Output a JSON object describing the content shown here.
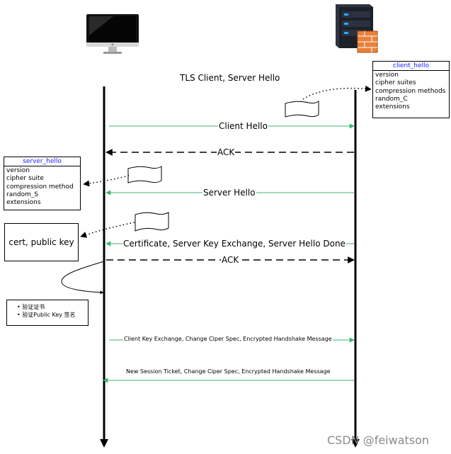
{
  "title": "TLS Client, Server Hello",
  "client_hello_box": {
    "title": "client_hello",
    "fields": [
      "version",
      "cipher suites",
      "compression methods",
      "random_C",
      "extensions"
    ]
  },
  "server_hello_box": {
    "title": "server_hello",
    "fields": [
      "version",
      "cipher suite",
      "compression method",
      "random_S",
      "extensions"
    ]
  },
  "cert_box": {
    "text": "cert, public key"
  },
  "verify_box": {
    "items": [
      "验证证书",
      "验证Public Key 签名"
    ]
  },
  "messages": [
    {
      "label": "Client Hello",
      "direction": "client-to-server",
      "style": "solid",
      "color": "#3cb371"
    },
    {
      "label": "ACK",
      "direction": "server-to-client",
      "style": "dashed",
      "color": "#000000"
    },
    {
      "label": "Server Hello",
      "direction": "server-to-client",
      "style": "solid",
      "color": "#3cb371"
    },
    {
      "label": "Certificate, Server Key Exchange, Server Hello Done",
      "direction": "server-to-client",
      "style": "solid",
      "color": "#3cb371"
    },
    {
      "label": "ACK",
      "direction": "client-to-server",
      "style": "dashed",
      "color": "#000000"
    },
    {
      "label": "Client Key Exchange, Change Ciper Spec, Encrypted Handshake Message",
      "direction": "client-to-server",
      "style": "solid",
      "color": "#3cb371"
    },
    {
      "label": "New Session Ticket, Change Ciper Spec, Encrypted Handshake Message",
      "direction": "server-to-client",
      "style": "solid",
      "color": "#3cb371"
    }
  ],
  "watermark": "CSDN @feiwatson"
}
